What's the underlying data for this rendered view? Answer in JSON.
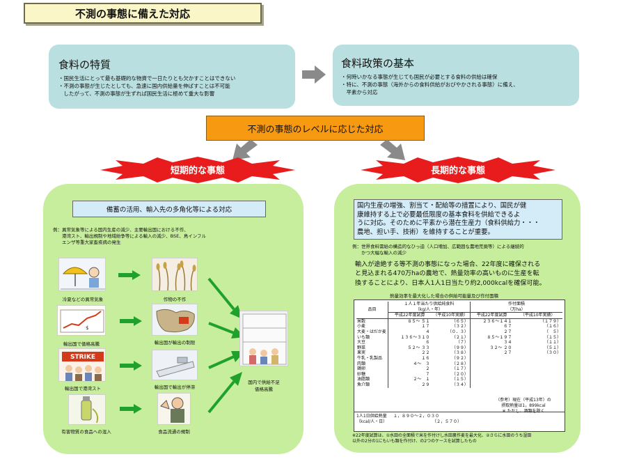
{
  "title": "不測の事態に備えた対応",
  "food_characteristics": {
    "title": "食料の特質",
    "lines": [
      "・国民生活にとって最も基礎的な物資で一日たりとも欠かすことはできない",
      "・不測の事態が生じたとしても、急速に国内供給量を伸ばすことは不可能",
      "　したがって、不測の事態が生ずれば国民生活に極めて重大な影響"
    ]
  },
  "food_policy": {
    "title": "食料政策の基本",
    "lines": [
      "・何時いかなる事態が生じても国民が必要とする食料の供給は確保",
      "・特に、不測の事態（海外からの食料供給がおびやかされる事態）に備え、",
      "　平素から対応"
    ]
  },
  "level_box": "不測の事態のレベルに応じた対応",
  "short_term": {
    "label": "短期的な事態",
    "response": "備蓄の活用、輸入先の多角化等による対応",
    "example_lines": [
      "例：異常気象等による国内生産の減少、主要輸出国における不作、",
      "　　港湾スト、輸出規制や地域紛争等による輸入の減少、BSE、鳥インフル",
      "　　エンザ等重大家畜疾病の発生"
    ],
    "causes": [
      "冷夏などの異常気象",
      "輸出国で価格高騰",
      "輸出国で港湾スト",
      "有害物質の食品への混入"
    ],
    "effects": [
      "作物の不作",
      "輸出国が輸出の制限",
      "輸出国で輸出が停滞",
      "食品流通の規制"
    ],
    "result_lines": [
      "国内で供給不足",
      "価格高騰"
    ],
    "strike_sign": "STRIKE"
  },
  "long_term": {
    "label": "長期的な事態",
    "response_lines": [
      "国内生産の増強、割当て・配給等の措置により、国民が健",
      "康維持する上で必要最低限度の基本食料を供給できるよ",
      "うに対応。そのために平素から潜在生産力（食料供給力・・・",
      "農地、担い手、技術）を維持することが重要。"
    ],
    "example_lines": [
      "例：世界食料需給の構造的なひっ迫（人口増加、広範囲な農地荒廃等）による継続的",
      "　　かつ大幅な輸入の減少"
    ],
    "summary_lines": [
      "輸入が途絶する等不測の事態になった場合、22年度に確保される",
      "と見込まれる470万haの農地で、熱量効率の高いものに生産を転",
      "換することにより、日本人1人1日当たり約2,000kcalを確保可能。"
    ],
    "table_title": "熱量効率を最大化した場合の供給可能量及び作付面積",
    "table": {
      "col_item": "品目",
      "col_supply": [
        "１人１年当たり供給純食料",
        "（kg/人・年）"
      ],
      "col_area": [
        "作付面積",
        "（万ha）"
      ],
      "sub_headers": [
        "平成22年度試算",
        "（平成10年実績）",
        "平成22年度試算",
        "（平成10年実績）"
      ],
      "items": [
        "米穀",
        "小麦",
        "大麦・はだか麦",
        "いも類",
        "大豆",
        "野菜",
        "果実",
        "牛乳・乳製品",
        "肉類",
        "鶏卵",
        "砂糖",
        "油脂類",
        "魚介類"
      ],
      "supply_2022": [
        "８５～ ５１",
        "１７",
        "４",
        "１３６～３１０",
        "６",
        "５２～ ３３",
        "２２",
        "１６",
        "４～　３",
        "２",
        "７",
        "２～　１",
        "２９"
      ],
      "supply_1998": [
        "（６５）",
        "（３２）",
        "（０．３）",
        "（２１）",
        "（７）",
        "（９９）",
        "（３８）",
        "（９２）",
        "（２８）",
        "（１７）",
        "（２０）",
        "（１５）",
        "（３４）"
      ],
      "area_2022": [
        "２３６～１４１",
        "６７",
        "２７",
        "８５～１９７",
        "３４",
        "３２～ ２０",
        "２７"
      ],
      "area_1998": [
        "（１７９）",
        "（１６）",
        "（　５）",
        "（１５）",
        "（１１）",
        "（５１）",
        "（３０）"
      ],
      "total_label": [
        "1人1日供給熱量",
        "（kcal/人・日）"
      ],
      "total_value": "１，８９０～２，０３０",
      "total_1998": "（２，５７０）",
      "ref_lines": [
        "（参考）現在（平成13年）の",
        "摂取熱量は1，899kcal",
        "※ ただし、酒類を除く"
      ]
    },
    "footnote_lines": [
      "※22年度試算は、①水田の全面積で米を作付けし水田裏作麦を最大化、②さらに水田のうち湿田",
      "以外の2分の1にもいも類を作付け、の2つのケースを試算したもの"
    ]
  },
  "colors": {
    "title_bg": "#fbf6c8",
    "info_bg": "#b9dfe0",
    "orange": "#f79a12",
    "green_panel": "#c7ee9c",
    "burst_red": "#e81c1c",
    "arrow_green": "#1fa12c",
    "arrow_gray": "#8a8a8a"
  }
}
